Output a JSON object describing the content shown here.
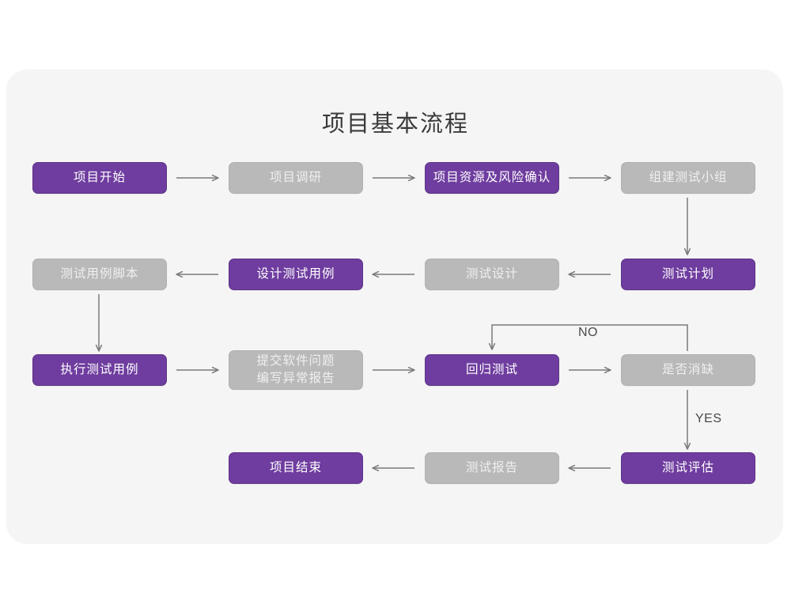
{
  "diagram": {
    "title": "项目基本流程",
    "colors": {
      "purple": "#6f3d9f",
      "gray": "#b9b9b9",
      "card_background": "#f5f5f6",
      "page_background": "#ffffff",
      "connector": "#7a7a7a",
      "title_text": "#3b3b3b"
    },
    "nodes": [
      {
        "id": "n1",
        "label": "项目开始",
        "style": "purple",
        "row": 1,
        "col": 1
      },
      {
        "id": "n2",
        "label": "项目调研",
        "style": "gray",
        "row": 1,
        "col": 2
      },
      {
        "id": "n3",
        "label": "项目资源及风险确认",
        "style": "purple",
        "row": 1,
        "col": 3
      },
      {
        "id": "n4",
        "label": "组建测试小组",
        "style": "gray",
        "row": 1,
        "col": 4
      },
      {
        "id": "n5",
        "label": "测试用例脚本",
        "style": "gray",
        "row": 2,
        "col": 1
      },
      {
        "id": "n6",
        "label": "设计测试用例",
        "style": "purple",
        "row": 2,
        "col": 2
      },
      {
        "id": "n7",
        "label": "测试设计",
        "style": "gray",
        "row": 2,
        "col": 3
      },
      {
        "id": "n8",
        "label": "测试计划",
        "style": "purple",
        "row": 2,
        "col": 4
      },
      {
        "id": "n9",
        "label": "执行测试用例",
        "style": "purple",
        "row": 3,
        "col": 1
      },
      {
        "id": "n10",
        "label": "提交软件问题\n编写异常报告",
        "style": "gray",
        "row": 3,
        "col": 2
      },
      {
        "id": "n11",
        "label": "回归测试",
        "style": "purple",
        "row": 3,
        "col": 3
      },
      {
        "id": "n12",
        "label": "是否消缺",
        "style": "gray",
        "row": 3,
        "col": 4
      },
      {
        "id": "n13",
        "label": "项目结束",
        "style": "purple",
        "row": 4,
        "col": 2
      },
      {
        "id": "n14",
        "label": "测试报告",
        "style": "gray",
        "row": 4,
        "col": 3
      },
      {
        "id": "n15",
        "label": "测试评估",
        "style": "purple",
        "row": 4,
        "col": 4
      }
    ],
    "edge_labels": {
      "no": "NO",
      "yes": "YES"
    },
    "edges": [
      {
        "from": "n1",
        "to": "n2",
        "direction": "right"
      },
      {
        "from": "n2",
        "to": "n3",
        "direction": "right"
      },
      {
        "from": "n3",
        "to": "n4",
        "direction": "right"
      },
      {
        "from": "n4",
        "to": "n8",
        "direction": "down"
      },
      {
        "from": "n8",
        "to": "n7",
        "direction": "left"
      },
      {
        "from": "n7",
        "to": "n6",
        "direction": "left"
      },
      {
        "from": "n6",
        "to": "n5",
        "direction": "left"
      },
      {
        "from": "n5",
        "to": "n9",
        "direction": "down"
      },
      {
        "from": "n9",
        "to": "n10",
        "direction": "right"
      },
      {
        "from": "n10",
        "to": "n11",
        "direction": "right"
      },
      {
        "from": "n11",
        "to": "n12",
        "direction": "right"
      },
      {
        "from": "n12",
        "to": "n11",
        "direction": "feedback-up-left",
        "label": "NO"
      },
      {
        "from": "n12",
        "to": "n15",
        "direction": "down",
        "label": "YES"
      },
      {
        "from": "n15",
        "to": "n14",
        "direction": "left"
      },
      {
        "from": "n14",
        "to": "n13",
        "direction": "left"
      }
    ]
  }
}
